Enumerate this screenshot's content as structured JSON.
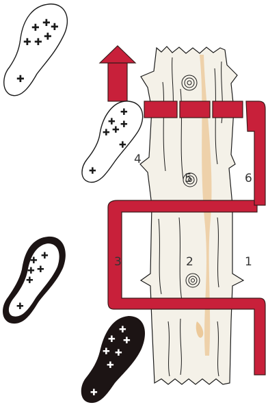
{
  "colors": {
    "path": "#c8203a",
    "path_outline": "#3a1a1a",
    "log_fill": "#f4f1e8",
    "log_stain": "#ecc99a",
    "ink": "#1a1a1a",
    "footprint_dark": "#1c1414",
    "footprint_light": "#ffffff"
  },
  "steps": [
    {
      "label": "1"
    },
    {
      "label": "2"
    },
    {
      "label": "3"
    },
    {
      "label": "4"
    },
    {
      "label": "5"
    },
    {
      "label": "6"
    }
  ],
  "icons": {
    "arrow": "up-arrow-icon",
    "footprint_light": "light-footprint-icon",
    "footprint_dark": "dark-footprint-icon",
    "knot": "wood-knot-icon"
  }
}
